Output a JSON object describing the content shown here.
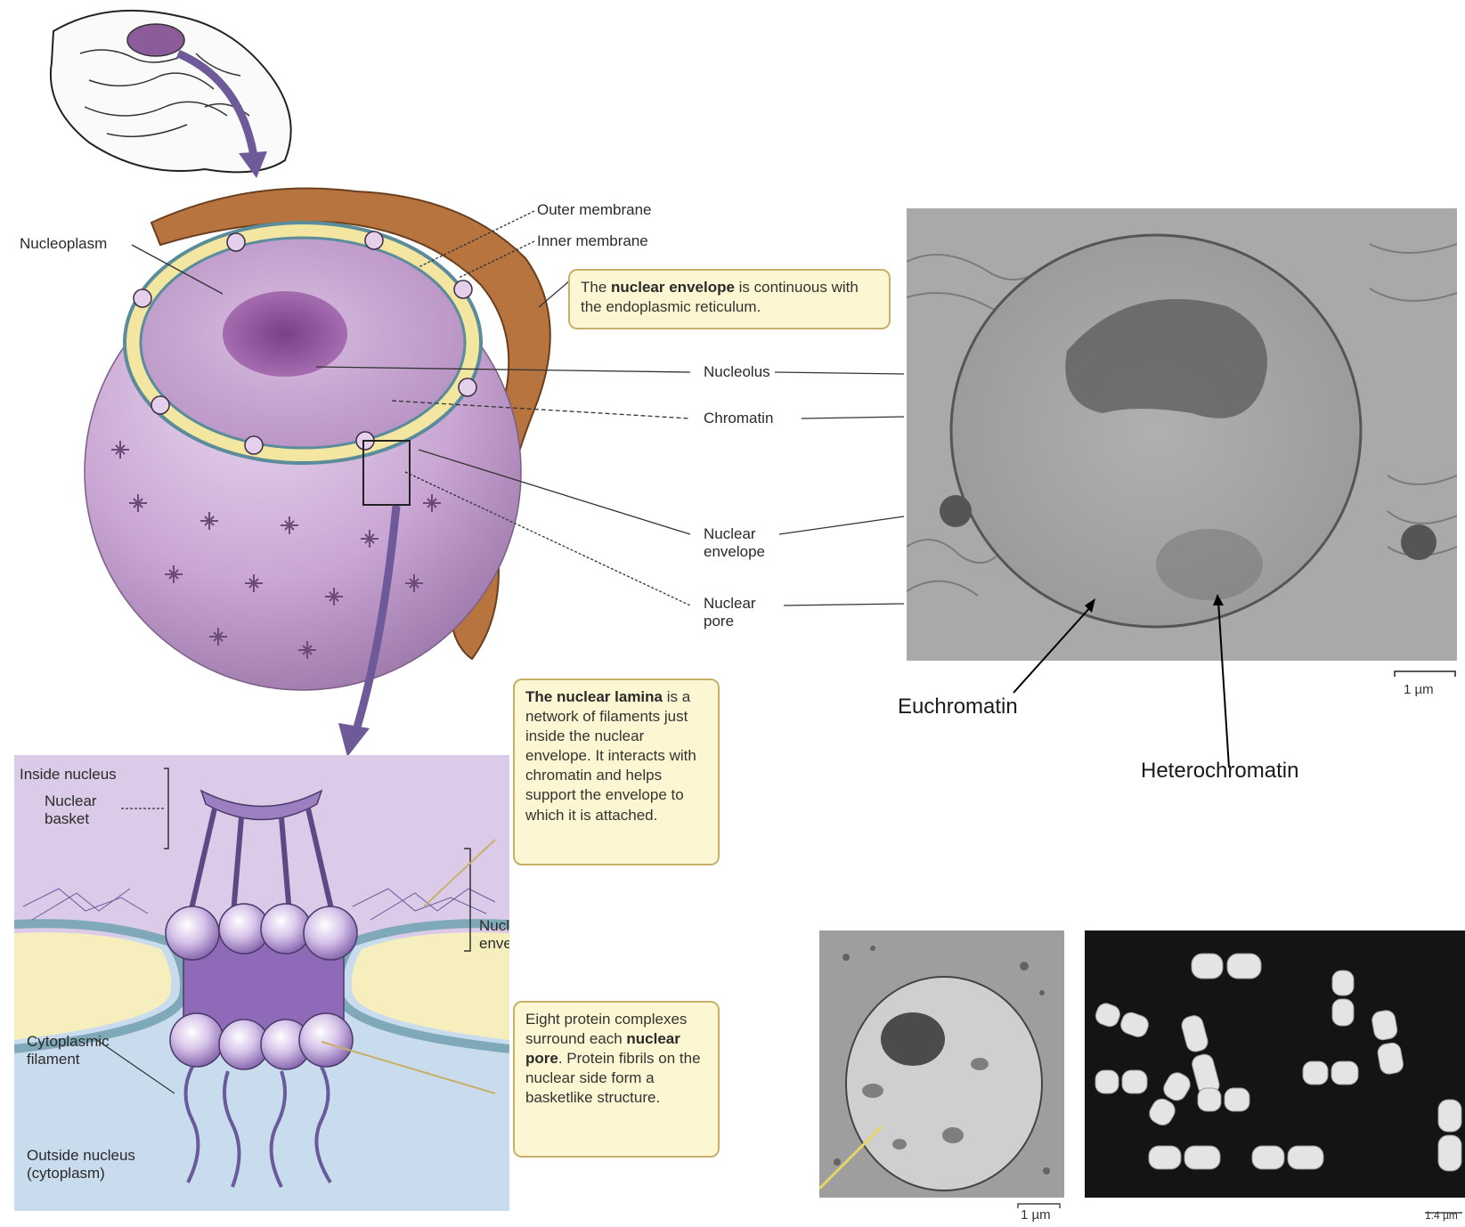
{
  "diagram": {
    "labels": {
      "outer_membrane": "Outer membrane",
      "inner_membrane": "Inner membrane",
      "nucleoplasm": "Nucleoplasm",
      "nucleolus": "Nucleolus",
      "chromatin": "Chromatin",
      "nuclear_envelope": "Nuclear envelope",
      "nuclear_pore": "Nuclear pore",
      "inside_nucleus": "Inside nucleus",
      "nuclear_basket": "Nuclear basket",
      "nuclear_envelope_detail": "Nuclear envelope",
      "cytoplasmic_filament": "Cytoplasmic filament",
      "outside_nucleus": "Outside nucleus (cytoplasm)"
    },
    "callouts": {
      "er": {
        "pre": "The ",
        "bold": "nuclear envelope",
        "post": " is continuous with the endoplasmic reticulum."
      },
      "lamina": {
        "bold": "The nuclear lamina",
        "post": " is a network of filaments just inside the nuclear envelope. It interacts with chromatin and helps support the envelope to which it is attached."
      },
      "pore": {
        "pre": "Eight protein complexes surround each ",
        "bold": "nuclear pore",
        "post": ". Protein fibrils on the nuclear side form a basketlike structure."
      }
    }
  },
  "micrograph": {
    "euchromatin": "Euchromatin",
    "heterochromatin": "Heterochromatin",
    "scale_main": "1 µm",
    "scale_small": "1 µm",
    "scale_chromosomes": "1.4 µm"
  },
  "colors": {
    "nucleus_fill": "#c9a6d3",
    "nucleolus": "#8a4d95",
    "envelope": "#f2e6a0",
    "er": "#b8743e",
    "inside_bg": "#d9c8e6",
    "cytoplasm_bg": "#c9dcee",
    "arrow": "#6f5a99"
  }
}
